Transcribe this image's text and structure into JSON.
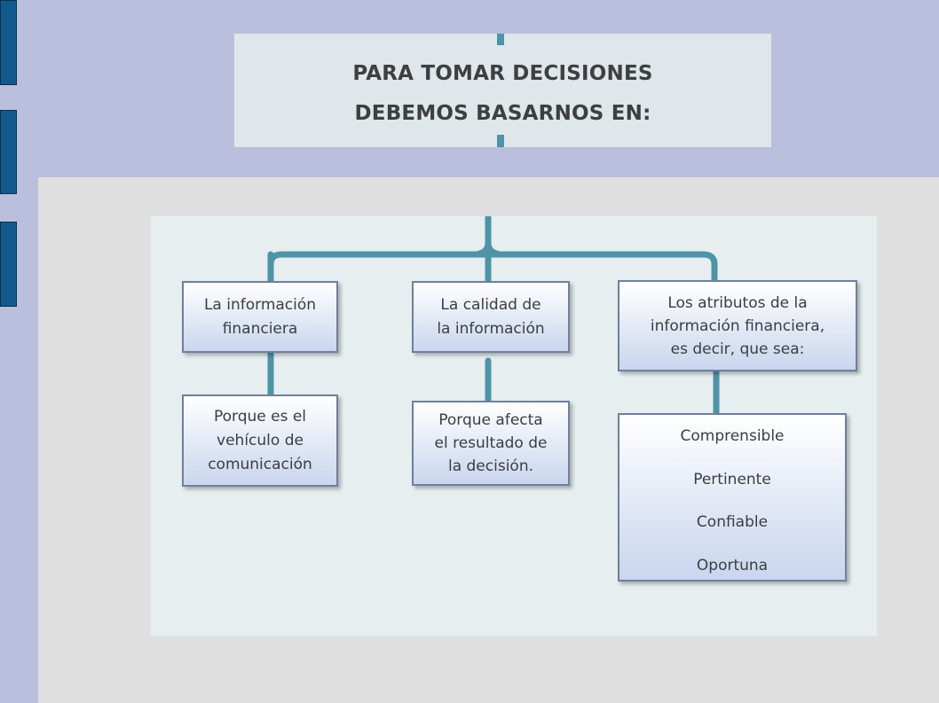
{
  "title": {
    "line1": "PARA TOMAR DECISIONES",
    "line2": "DEBEMOS BASARNOS EN:"
  },
  "branches": [
    {
      "heading": [
        "La información",
        "financiera"
      ],
      "detail": [
        "Porque es el",
        "vehículo de",
        "comunicación"
      ]
    },
    {
      "heading": [
        "La calidad de",
        "la información"
      ],
      "detail": [
        "Porque afecta",
        "el resultado de",
        "la decisión."
      ]
    },
    {
      "heading": [
        "Los atributos de la",
        "información financiera,",
        "es decir, que sea:"
      ],
      "detail": [
        "Comprensible",
        "Pertinente",
        "Confiable",
        "Oportuna"
      ]
    }
  ],
  "colors": {
    "connector": "#4e93a6",
    "box_border": "#6f7f9c",
    "box_gradient_bottom": "#c9d6ee",
    "slide_background": "#b9bfdc",
    "side_tab": "#125a8e"
  }
}
